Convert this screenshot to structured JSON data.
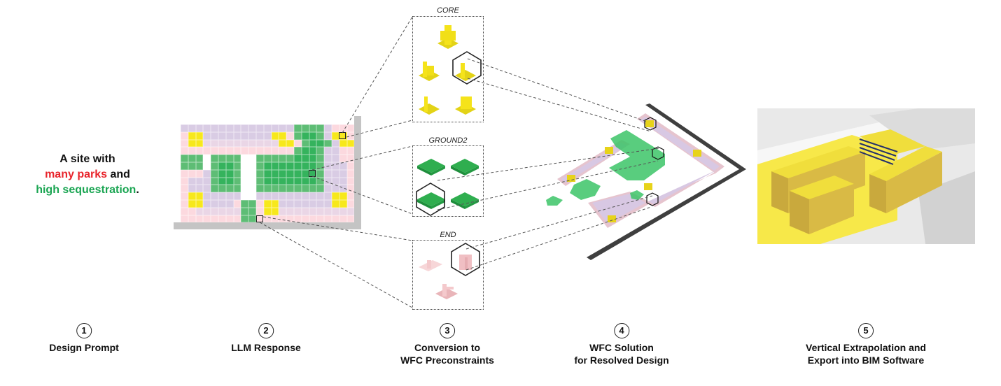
{
  "prompt": {
    "line1": "A site with",
    "highlight1": "many parks",
    "connector": " and",
    "highlight2": "high sequestration",
    "end": ".",
    "colors": {
      "parks": "#e8242b",
      "sequestration": "#1aa552"
    }
  },
  "grid": {
    "legend": {
      "P": "#fcd9df",
      "L": "#d9cce4",
      "l": "#ead6e6",
      "Y": "#f7e81c",
      "G": "#5ebd75",
      "D": "#35b35d",
      "W": "#ffffff"
    },
    "rows": [
      "LLLLLLLLLLLLLLLGGGGLPPP",
      "PYYLLLLLLLLLYYPGDDGLYYP",
      "PYYllllllllllYYPGDDGLYYP",
      "PPPPPPPPPPPPPPPGDDGLLPP",
      "GGGWGGGGWWGGGGGDDDGLLPP",
      "GGGWGDDGWWGDDDDDDDGLLLP",
      "PPPLGDDGWWGDDDDDDDGLLLP",
      "PLLLGDDGWWGDDDDDDDGLLLP",
      "PLLLGGGGWWGGGGGGGGGLLLP",
      "PYYLLLLLWWLLLLLLLLLLYYP",
      "PYYLLLLPGGPYYLLLLLLLYYP",
      "PPllllllGGPYYllllllllllP",
      "PPPPPPPPGGPPPPPPPPPPPPP"
    ]
  },
  "panels": [
    {
      "title": "CORE",
      "color": "#f5e31a",
      "tiles": 5
    },
    {
      "title": "GROUND2",
      "color": "#2fae4f",
      "tiles": 4
    },
    {
      "title": "END",
      "color": "#f4c9cc",
      "tiles": 3
    }
  ],
  "steps": [
    {
      "num": "1",
      "label1": "Design Prompt",
      "label2": ""
    },
    {
      "num": "2",
      "label1": "LLM Response",
      "label2": ""
    },
    {
      "num": "3",
      "label1": "Conversion to",
      "label2": "WFC Preconstraints"
    },
    {
      "num": "4",
      "label1": "WFC Solution",
      "label2": "for Resolved Design"
    },
    {
      "num": "5",
      "label1": "Vertical Extrapolation and",
      "label2": "Export into BIM Software"
    }
  ]
}
